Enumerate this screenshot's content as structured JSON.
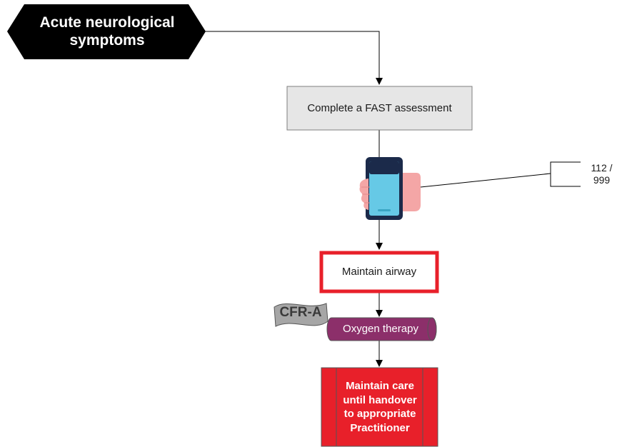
{
  "start": {
    "text": "Acute neurological symptoms",
    "fill": "#000000",
    "text_color": "#ffffff"
  },
  "fast": {
    "text": "Complete a FAST assessment",
    "fill": "#e6e6e6",
    "stroke": "#7f7f7f"
  },
  "phone_icon": {
    "name": "phone-in-hand-icon",
    "note": "112 / 999"
  },
  "airway": {
    "text": "Maintain airway",
    "stroke": "#e8202a"
  },
  "cfra": {
    "text": "CFR-A",
    "fill": "#a6a6a6"
  },
  "oxygen": {
    "text": "Oxygen therapy",
    "fill": "#8c2f6a",
    "text_color": "#ffffff"
  },
  "care": {
    "text": "Maintain care until handover to appropriate Practitioner",
    "fill": "#e8202a",
    "text_color": "#ffffff"
  }
}
